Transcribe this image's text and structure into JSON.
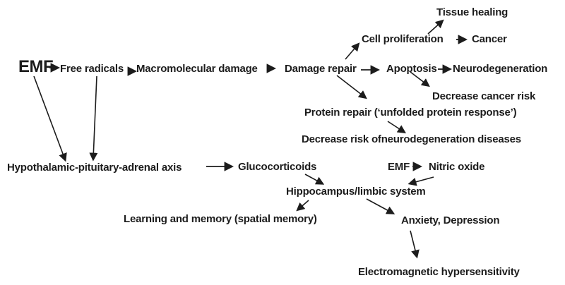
{
  "diagram": {
    "colors": {
      "background": "#ffffff",
      "text": "#1c1c1c",
      "arrow": "#1c1c1c"
    },
    "nodes": {
      "emf_main": {
        "label": "EMF"
      },
      "free_radicals": {
        "label": "Free radicals"
      },
      "macromolecular_damage": {
        "label": "Macromolecular damage"
      },
      "damage_repair": {
        "label": "Damage repair"
      },
      "apoptosis": {
        "label": "Apoptosis"
      },
      "neurodegeneration": {
        "label": "Neurodegeneration"
      },
      "tissue_healing": {
        "label": "Tissue healing"
      },
      "cell_proliferation": {
        "label": "Cell proliferation"
      },
      "cancer": {
        "label": "Cancer"
      },
      "decrease_cancer_risk": {
        "label": "Decrease cancer risk"
      },
      "protein_repair": {
        "label": "Protein repair (‘unfolded protein response’)"
      },
      "decrease_risk_neurodegeneration": {
        "label": "Decrease risk ofneurodegeneration diseases"
      },
      "hpa_axis": {
        "label": "Hypothalamic-pituitary-adrenal axis"
      },
      "glucocorticoids": {
        "label": "Glucocorticoids"
      },
      "emf_secondary": {
        "label": "EMF"
      },
      "nitric_oxide": {
        "label": "Nitric oxide"
      },
      "hippocampus": {
        "label": "Hippocampus/limbic system"
      },
      "learning_memory": {
        "label": "Learning and memory (spatial memory)"
      },
      "anxiety_depression": {
        "label": "Anxiety, Depression"
      },
      "electromagnetic_hypersensitivity": {
        "label": "Electromagnetic hypersensitivity"
      }
    },
    "edges": [
      {
        "from": "emf_main",
        "to": "free_radicals"
      },
      {
        "from": "free_radicals",
        "to": "macromolecular_damage"
      },
      {
        "from": "macromolecular_damage",
        "to": "damage_repair"
      },
      {
        "from": "damage_repair",
        "to": "apoptosis"
      },
      {
        "from": "apoptosis",
        "to": "neurodegeneration"
      },
      {
        "from": "damage_repair",
        "to": "cell_proliferation"
      },
      {
        "from": "cell_proliferation",
        "to": "tissue_healing"
      },
      {
        "from": "cell_proliferation",
        "to": "cancer"
      },
      {
        "from": "apoptosis",
        "to": "decrease_cancer_risk"
      },
      {
        "from": "damage_repair",
        "to": "protein_repair"
      },
      {
        "from": "protein_repair",
        "to": "decrease_risk_neurodegeneration"
      },
      {
        "from": "emf_main",
        "to": "hpa_axis"
      },
      {
        "from": "free_radicals",
        "to": "hpa_axis"
      },
      {
        "from": "hpa_axis",
        "to": "glucocorticoids"
      },
      {
        "from": "emf_secondary",
        "to": "nitric_oxide"
      },
      {
        "from": "glucocorticoids",
        "to": "hippocampus"
      },
      {
        "from": "nitric_oxide",
        "to": "hippocampus"
      },
      {
        "from": "hippocampus",
        "to": "learning_memory"
      },
      {
        "from": "hippocampus",
        "to": "anxiety_depression"
      },
      {
        "from": "anxiety_depression",
        "to": "electromagnetic_hypersensitivity"
      }
    ]
  }
}
